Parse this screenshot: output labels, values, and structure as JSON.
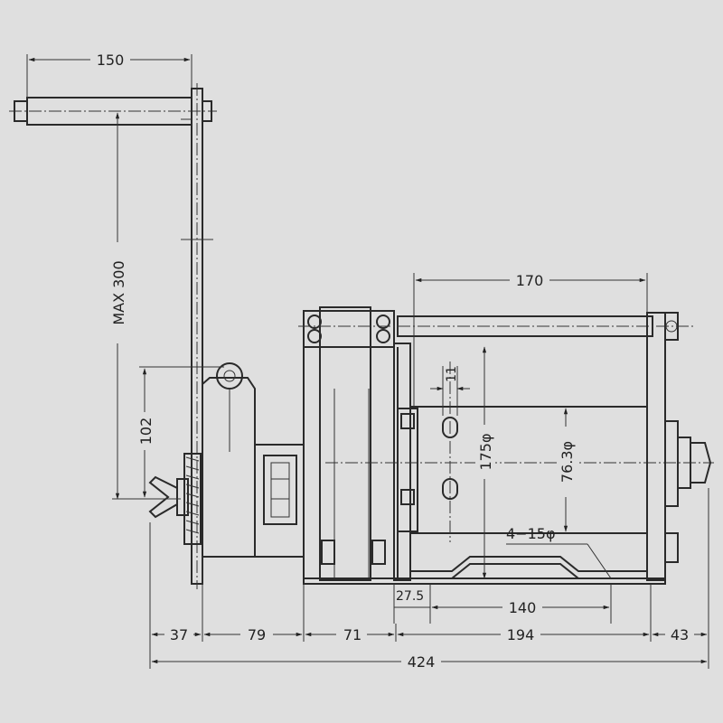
{
  "dimensions": {
    "handle_length": "150",
    "handle_radius": "MAX 300",
    "vertical_102": "102",
    "drum_width": "170",
    "flange_dia": "175φ",
    "drum_dia": "76.3φ",
    "small_11": "11",
    "holes": "4−15φ",
    "dim_27_5": "27.5",
    "hole_spacing": "140",
    "seg_37": "37",
    "seg_79": "79",
    "seg_71": "71",
    "seg_194": "194",
    "seg_43": "43",
    "overall": "424"
  },
  "colors": {
    "background": "#dfdfdf",
    "line": "#2a2a2a"
  }
}
